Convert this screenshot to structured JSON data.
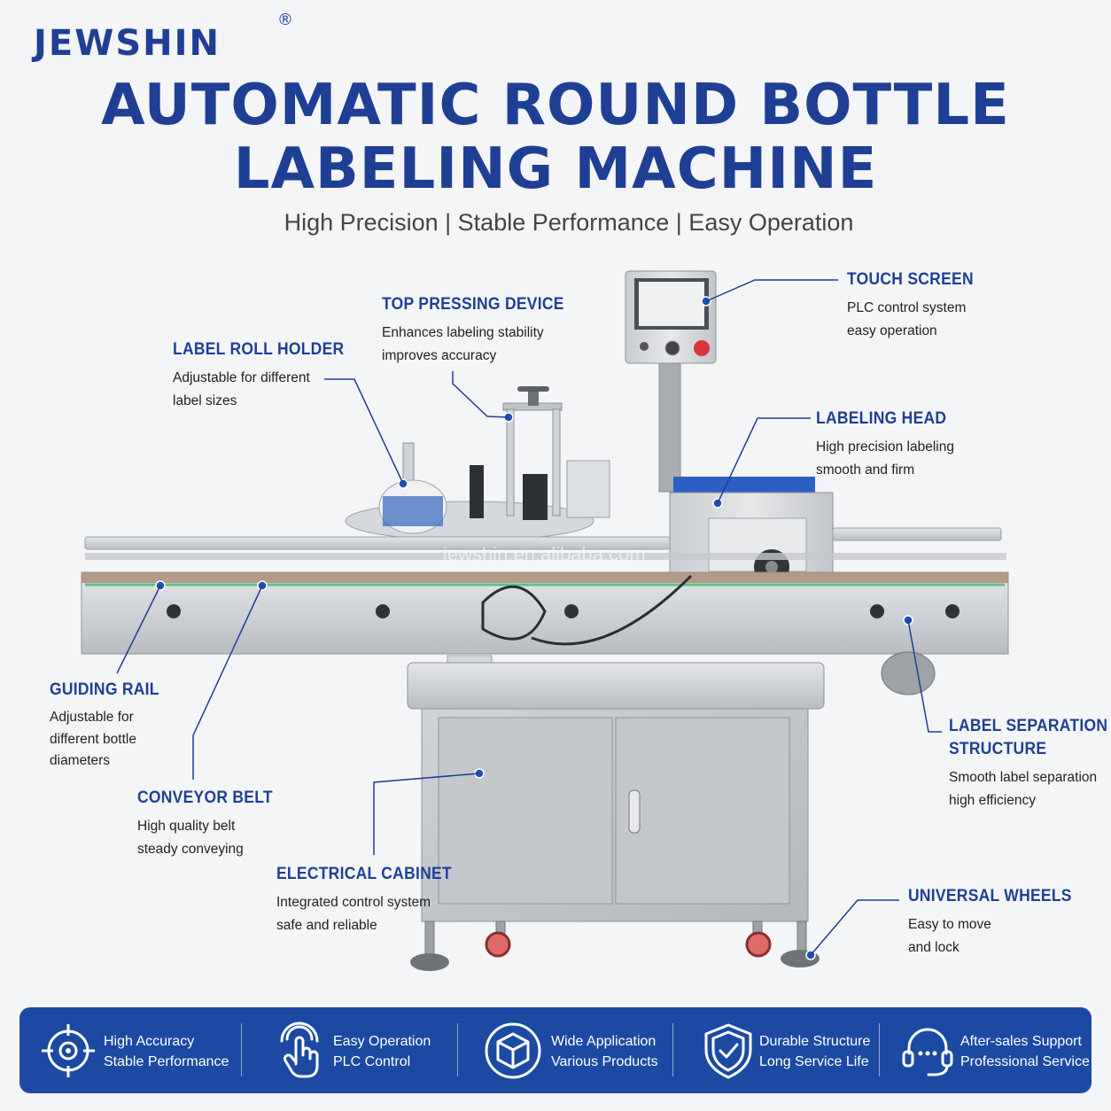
{
  "brand": {
    "name": "JEWSHIN",
    "reg": "®"
  },
  "title": {
    "line1": "AUTOMATIC ROUND BOTTLE",
    "line2": "LABELING MACHINE"
  },
  "subtitle": "High Precision | Stable Performance | Easy Operation",
  "watermark": "jewshin.en.alibaba.com",
  "colors": {
    "brand_blue": "#1f3f95",
    "bar_blue": "#1c4aa3",
    "dot_blue": "#1f4fb0"
  },
  "callouts": {
    "touch_screen": {
      "title": "TOUCH SCREEN",
      "line1": "PLC control system",
      "line2": "easy operation"
    },
    "top_pressing": {
      "title": "TOP PRESSING DEVICE",
      "line1": "Enhances labeling stability",
      "line2": "improves accuracy"
    },
    "label_roll": {
      "title": "LABEL ROLL HOLDER",
      "line1": "Adjustable for different",
      "line2": "label sizes"
    },
    "labeling_head": {
      "title": "LABELING HEAD",
      "line1": "High precision labeling",
      "line2": "smooth and firm"
    },
    "guiding_rail": {
      "title": "GUIDING RAIL",
      "line1": "Adjustable for",
      "line2": "different bottle",
      "line3": "diameters"
    },
    "label_separation": {
      "title1": "LABEL SEPARATION",
      "title2": "STRUCTURE",
      "line1": "Smooth label separation",
      "line2": "high efficiency"
    },
    "conveyor_belt": {
      "title": "CONVEYOR BELT",
      "line1": "High quality belt",
      "line2": "steady conveying"
    },
    "electrical_cabinet": {
      "title": "ELECTRICAL CABINET",
      "line1": "Integrated control system",
      "line2": "safe and reliable"
    },
    "universal_wheels": {
      "title": "UNIVERSAL WHEELS",
      "line1": "Easy to move",
      "line2": "and lock"
    }
  },
  "features": [
    {
      "icon": "crosshair-icon",
      "line1": "High Accuracy",
      "line2": "Stable Performance"
    },
    {
      "icon": "touch-hand-icon",
      "line1": "Easy Operation",
      "line2": "PLC Control"
    },
    {
      "icon": "cube-icon",
      "line1": "Wide Application",
      "line2": "Various Products"
    },
    {
      "icon": "shield-check-icon",
      "line1": "Durable Structure",
      "line2": "Long Service Life"
    },
    {
      "icon": "headset-icon",
      "line1": "After-sales Support",
      "line2": "Professional Service"
    }
  ]
}
